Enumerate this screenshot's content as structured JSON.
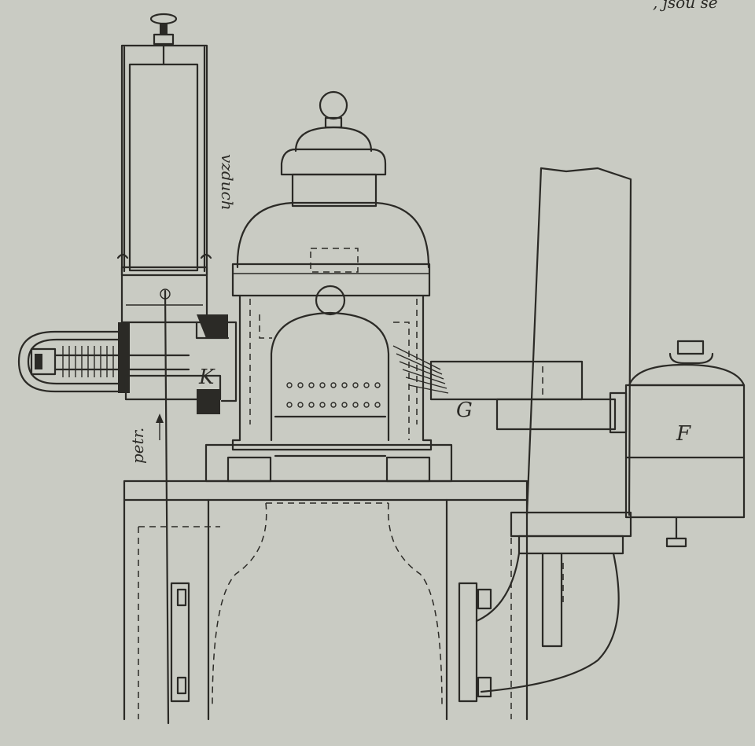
{
  "figure": {
    "top_text": ", jsou se",
    "labels": {
      "air": "vzduch",
      "oil": "petr.",
      "k": "K",
      "g": "G",
      "f": "F"
    }
  },
  "colors": {
    "paper": "#c9cbc3",
    "ink": "#2b2a26"
  }
}
